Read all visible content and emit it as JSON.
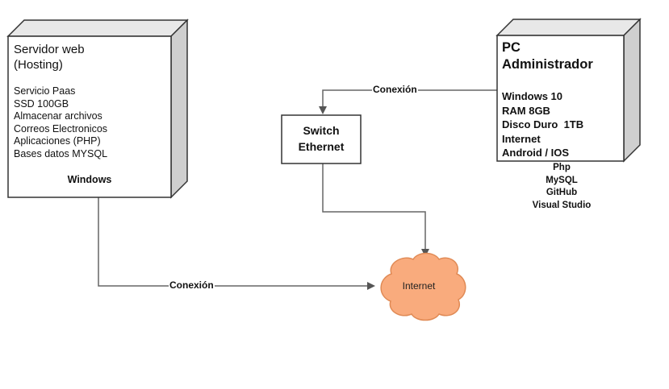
{
  "server": {
    "title_lines": [
      "Servidor web",
      "(Hosting)"
    ],
    "specs": [
      "Servicio Paas",
      "SSD 100GB",
      "Almacenar archivos",
      "Correos Electronicos",
      "Aplicaciones (PHP)",
      "Bases datos MYSQL"
    ],
    "os": "Windows"
  },
  "pc": {
    "title_lines": [
      "PC",
      "Administrador"
    ],
    "specs": [
      "Windows 10",
      "RAM 8GB",
      "Disco Duro  1TB",
      "Internet",
      "Android / IOS"
    ],
    "software": [
      "Php",
      "MySQL",
      "GitHub",
      "Visual Studio"
    ]
  },
  "switch": {
    "lines": [
      "Switch",
      "Ethernet"
    ]
  },
  "internet": {
    "label": "Internet"
  },
  "connections": {
    "pc_switch": "Conexión",
    "server_internet": "Conexión"
  },
  "colors": {
    "line": "#555555",
    "cloud_fill": "#f9ab7d",
    "cloud_stroke": "#e08a55",
    "box_side": "#cfcfcf",
    "box_border": "#333333"
  }
}
